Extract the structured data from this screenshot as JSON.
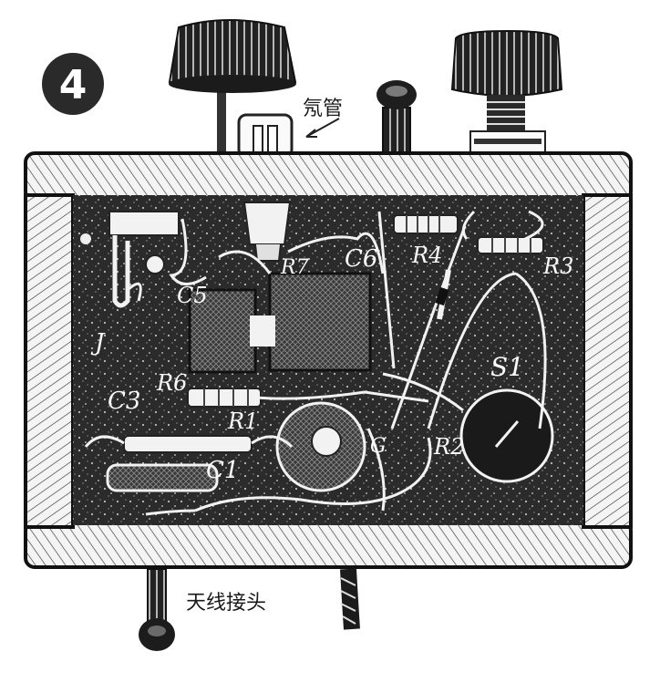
{
  "figure": {
    "number": "4",
    "annotations": {
      "neon_tube": "氖管",
      "antenna_terminal": "天线接头"
    },
    "component_labels": {
      "J": "J",
      "C3": "C3",
      "C5": "C5",
      "C1": "C1",
      "C6": "C6",
      "R7": "R7",
      "R6": "R6",
      "R1": "R1",
      "R4": "R4",
      "R3": "R3",
      "R2": "R2",
      "S1": "S1",
      "G": "G"
    }
  }
}
